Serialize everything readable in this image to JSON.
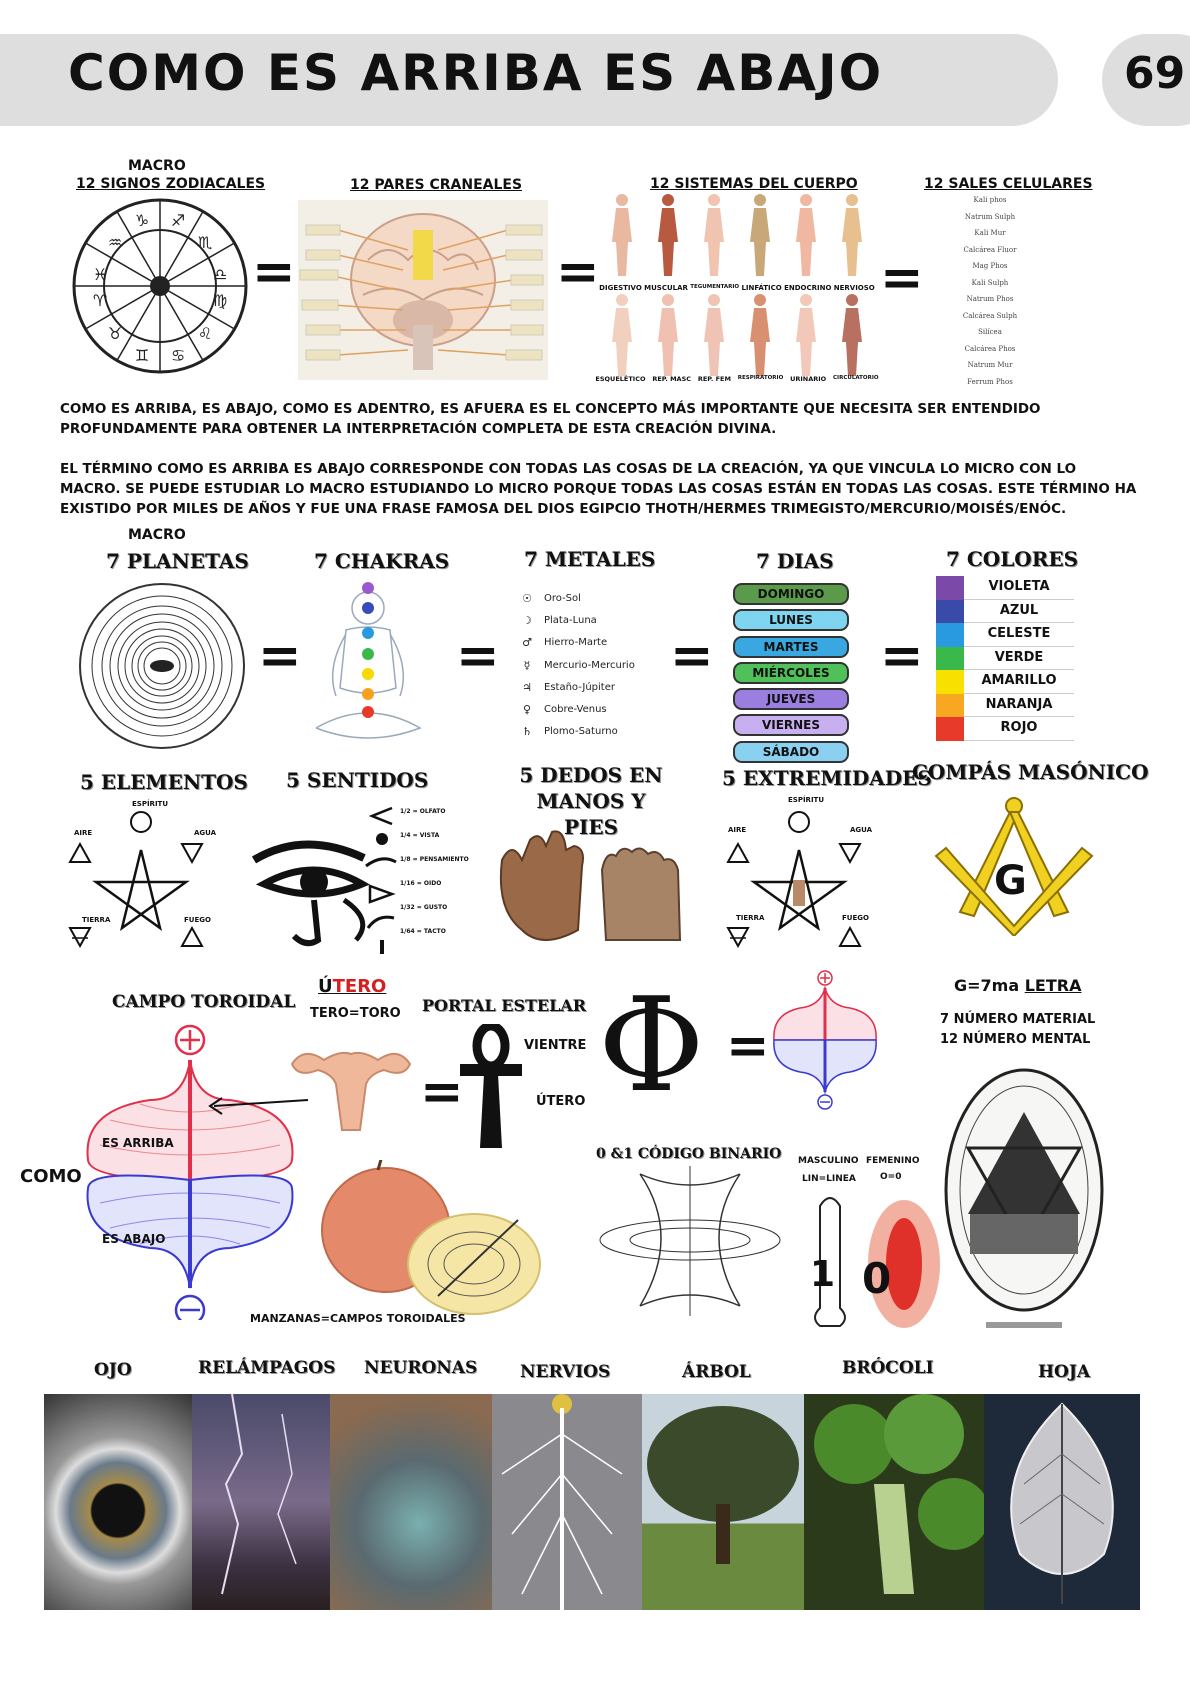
{
  "page": {
    "title": "COMO ES ARRIBA ES ABAJO",
    "number": "69"
  },
  "row1": {
    "macro": "MACRO",
    "zodiac": "12 SIGNOS ZODIACALES",
    "cranial": "12 PARES CRANEALES",
    "systems": "12 SISTEMAS DEL CUERPO",
    "salts": "12 SALES CELULARES",
    "system_labels_top": [
      "DIGESTIVO",
      "MUSCULAR",
      "TEGUMENTARIO",
      "LINFÁTICO",
      "ENDOCRINO",
      "NERVIOSO"
    ],
    "system_labels_bottom": [
      "ESQUELÉTICO",
      "REP. MASC",
      "REP. FEM",
      "RESPIRATORIO",
      "URINARIO",
      "CIRCULATORIO"
    ],
    "salt_list": [
      "Kali phos",
      "Natrum Sulph",
      "Kali Mur",
      "Calcárea Fluor",
      "Mag Phos",
      "Kali Sulph",
      "Natrum Phos",
      "Calcárea Sulph",
      "Silícea",
      "Calcárea Phos",
      "Natrum Mur",
      "Ferrum Phos"
    ],
    "equals": "="
  },
  "text": {
    "p1": "COMO ES ARRIBA, ES ABAJO, COMO ES ADENTRO, ES AFUERA ES EL CONCEPTO MÁS IMPORTANTE QUE NECESITA SER ENTENDIDO PROFUNDAMENTE PARA OBTENER LA INTERPRETACIÓN COMPLETA DE ESTA CREACIÓN DIVINA.",
    "p2": "EL TÉRMINO COMO ES ARRIBA ES ABAJO CORRESPONDE CON TODAS LAS COSAS DE LA CREACIÓN, YA QUE VINCULA LO MICRO CON LO MACRO. SE PUEDE ESTUDIAR LO MACRO ESTUDIANDO LO MICRO PORQUE TODAS LAS COSAS ESTÁN EN TODAS LAS COSAS. ESTE TÉRMINO HA EXISTIDO POR MILES DE AÑOS Y FUE UNA FRASE FAMOSA DEL DIOS EGIPCIO THOTH/HERMES TRIMEGISTO/MERCURIO/MOISÉS/ENÓC."
  },
  "row2": {
    "macro": "MACRO",
    "planets": "7 PLANETAS",
    "chakras": "7 CHAKRAS",
    "metals": "7 METALES",
    "days": "7 DIAS",
    "colors": "7 COLORES",
    "metal_list": [
      {
        "sym": "☉",
        "name": "Oro-Sol"
      },
      {
        "sym": "☽",
        "name": "Plata-Luna"
      },
      {
        "sym": "♂",
        "name": "Hierro-Marte"
      },
      {
        "sym": "☿",
        "name": "Mercurio-Mercurio"
      },
      {
        "sym": "♃",
        "name": "Estaño-Júpiter"
      },
      {
        "sym": "♀",
        "name": "Cobre-Venus"
      },
      {
        "sym": "♄",
        "name": "Plomo-Saturno"
      }
    ],
    "day_list": [
      {
        "name": "DOMINGO",
        "color": "#5a9a4a"
      },
      {
        "name": "LUNES",
        "color": "#7fd4f0"
      },
      {
        "name": "MARTES",
        "color": "#3aa8e0"
      },
      {
        "name": "MIÉRCOLES",
        "color": "#4fc05a"
      },
      {
        "name": "JUEVES",
        "color": "#9b7fe0"
      },
      {
        "name": "VIERNES",
        "color": "#c8b0f0"
      },
      {
        "name": "SÁBADO",
        "color": "#8ad0f0"
      }
    ],
    "color_list": [
      {
        "name": "VIOLETA",
        "color": "#7b4aa8"
      },
      {
        "name": "AZUL",
        "color": "#3a4aa8"
      },
      {
        "name": "CELESTE",
        "color": "#2a9ae0"
      },
      {
        "name": "VERDE",
        "color": "#3ab84a"
      },
      {
        "name": "AMARILLO",
        "color": "#f8e000"
      },
      {
        "name": "NARANJA",
        "color": "#f8a820"
      },
      {
        "name": "ROJO",
        "color": "#e83a2a"
      }
    ]
  },
  "row3": {
    "elements": "5 ELEMENTOS",
    "senses": "5  SENTIDOS",
    "fingers": "5 DEDOS EN MANOS Y PIES",
    "extremities": "5 EXTREMIDADES",
    "compass": "COMPÁS MASÓNICO",
    "el_labels": {
      "top": "ESPÍRITU",
      "left": "AIRE",
      "right": "AGUA",
      "bl": "TIERRA",
      "br": "FUEGO"
    },
    "sense_list": [
      "1/2 = OLFATO",
      "1/4 = VISTA",
      "1/8 = PENSAMIENTO",
      "1/16 = OIDO",
      "1/32 = GUSTO",
      "1/64 = TACTO"
    ],
    "compass_letter": "G"
  },
  "row4": {
    "toroidal": "CAMPO TOROIDAL",
    "utero_u": "Ú",
    "utero_rest": "TERO",
    "tero": "TERO=TORO",
    "portal": "PORTAL ESTELAR",
    "vientre": "VIENTRE",
    "utero2": "ÚTERO",
    "phi": "Φ",
    "g_letter_a": "G=7ma ",
    "g_letter_b": "LETRA",
    "num_material": "7 NÚMERO MATERIAL",
    "num_mental": "12 NÚMERO MENTAL",
    "como": "COMO",
    "es_arriba": "ES ARRIBA",
    "es_abajo": "ES ABAJO",
    "plus": "+",
    "minus": "−",
    "apples": "MANZANAS=CAMPOS TOROIDALES",
    "binary": "0 &1 CÓDIGO BINARIO",
    "masculino": "MASCULINO",
    "lin": "LIN=LINEA",
    "femenino": "FEMENINO",
    "o0": "O=0",
    "one": "1",
    "zero": "0"
  },
  "row5": {
    "labels": [
      "OJO",
      "RELÁMPAGOS",
      "NEURONAS",
      "NERVIOS",
      "ÁRBOL",
      "BRÓCOLI",
      "HOJA"
    ]
  }
}
